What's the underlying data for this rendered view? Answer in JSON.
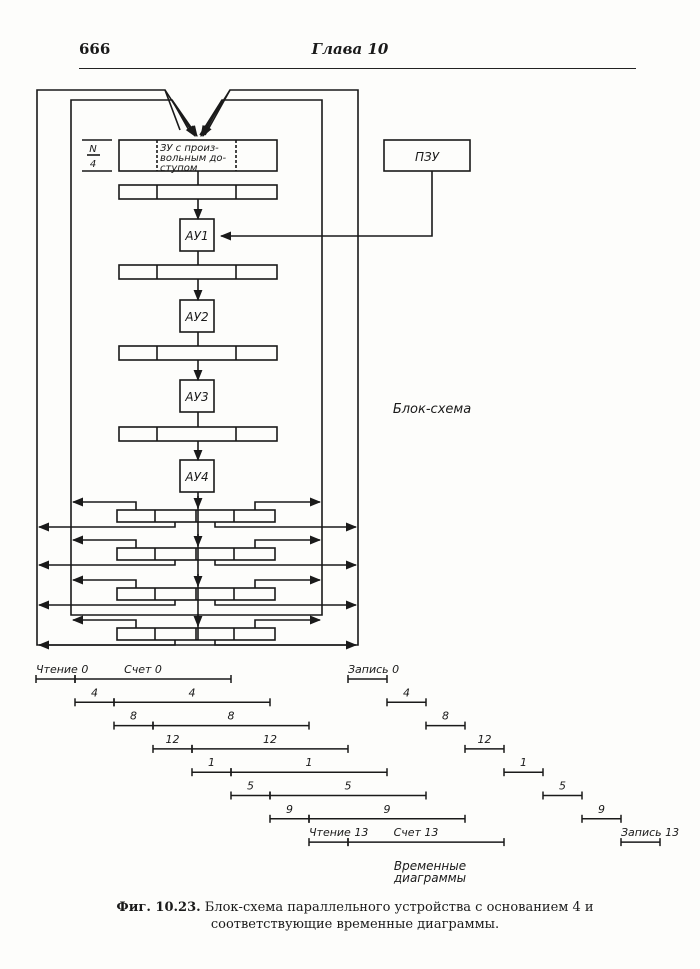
{
  "header": {
    "page_number": "666",
    "chapter": "Глава 10"
  },
  "block_diagram": {
    "title": "Блок-схема",
    "memory_label_lines": [
      "ЗУ с произ-",
      "вольным до-",
      "ступом"
    ],
    "memory_size_fraction": {
      "numerator": "N",
      "denominator": "4"
    },
    "rom_label": "ПЗУ",
    "arithmetic_units": [
      "АУ1",
      "АУ2",
      "АУ3",
      "АУ4"
    ],
    "register_count_between_units": 3,
    "output_register_count": 4
  },
  "timing": {
    "title_lines": [
      "Временные",
      "диаграммы"
    ],
    "rows": [
      {
        "read": "Чтение 0",
        "count": "Счет 0",
        "write": "Запись 0"
      },
      {
        "read": "4",
        "count": "4",
        "write": "4"
      },
      {
        "read": "8",
        "count": "8",
        "write": "8"
      },
      {
        "read": "12",
        "count": "12",
        "write": "12"
      },
      {
        "read": "1",
        "count": "1",
        "write": "1"
      },
      {
        "read": "5",
        "count": "5",
        "write": "5"
      },
      {
        "read": "9",
        "count": "9",
        "write": "9"
      },
      {
        "read": "Чтение 13",
        "count": "Счет 13",
        "write": "Запись 13"
      }
    ],
    "read_units": 1,
    "count_units": 4,
    "write_units": 1,
    "row_offset_units": 1
  },
  "caption": {
    "number": "Фиг. 10.23.",
    "text": "Блок-схема параллельного устройства с основанием 4 и соответствующие временные диаграммы."
  }
}
